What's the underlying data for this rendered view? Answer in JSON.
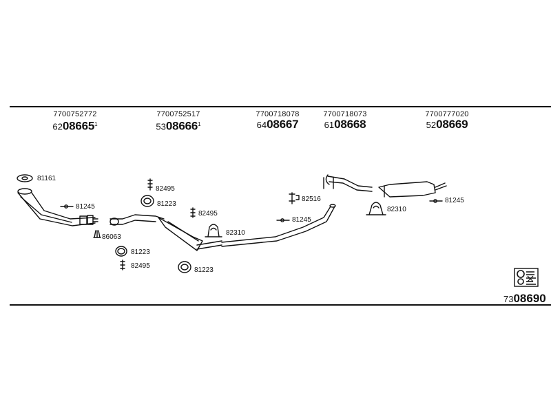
{
  "sections": [
    {
      "oem": "7700752772",
      "prefix": "62",
      "code": "08665",
      "mark": "1"
    },
    {
      "oem": "7700752517",
      "prefix": "53",
      "code": "08666",
      "mark": "1"
    },
    {
      "oem": "7700718078",
      "prefix": "64",
      "code": "08667",
      "mark": ""
    },
    {
      "oem": "7700718073",
      "prefix": "61",
      "code": "08668",
      "mark": ""
    },
    {
      "oem": "7700777020",
      "prefix": "52",
      "code": "08669",
      "mark": ""
    }
  ],
  "labels": {
    "l81161": "81161",
    "l81245a": "81245",
    "l86063": "86063",
    "l81223a": "81223",
    "l82495a": "82495",
    "l82495b": "82495",
    "l81223b": "81223",
    "l82495c": "82495",
    "l82310a": "82310",
    "l81223c": "81223",
    "l82516": "82516",
    "l81245b": "81245",
    "l82310b": "82310",
    "l81245c": "81245"
  },
  "final": {
    "prefix": "73",
    "code": "08690"
  }
}
